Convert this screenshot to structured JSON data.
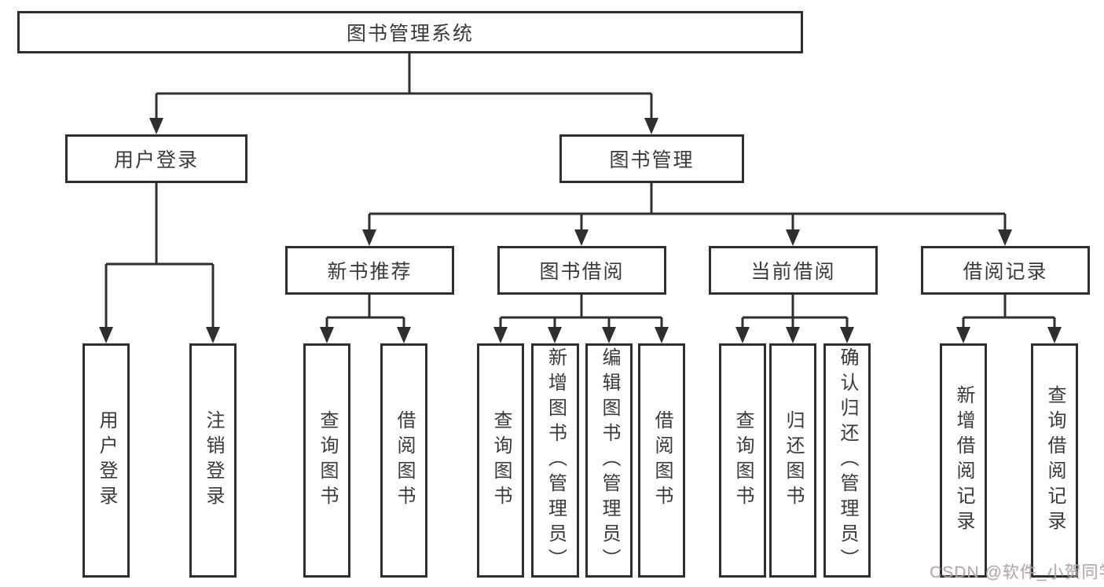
{
  "diagram_title": "图书管理系统",
  "nodes": {
    "root": {
      "label": "图书管理系统"
    },
    "user_login": {
      "label": "用户登录"
    },
    "book_mgmt": {
      "label": "图书管理"
    },
    "new_book_rec": {
      "label": "新书推荐"
    },
    "book_borrow": {
      "label": "图书借阅"
    },
    "current_borrow": {
      "label": "当前借阅"
    },
    "borrow_record": {
      "label": "借阅记录"
    },
    "leaf_user_login": {
      "label": "用户登录"
    },
    "leaf_logout": {
      "label": "注销登录"
    },
    "leaf_nb_query": {
      "label": "查询图书"
    },
    "leaf_nb_borrow": {
      "label": "借阅图书"
    },
    "leaf_bb_query": {
      "label": "查询图书"
    },
    "leaf_bb_add": {
      "label": "新增图书（管理员）"
    },
    "leaf_bb_edit": {
      "label": "编辑图书（管理员）"
    },
    "leaf_bb_borrow": {
      "label": "借阅图书"
    },
    "leaf_cb_query": {
      "label": "查询图书"
    },
    "leaf_cb_return": {
      "label": "归还图书"
    },
    "leaf_cb_confirm": {
      "label": "确认归还（管理员）"
    },
    "leaf_br_add": {
      "label": "新增借阅记录"
    },
    "leaf_br_query": {
      "label": "查询借阅记录"
    }
  },
  "watermark": "CSDN @软件_小贺同学",
  "colors": {
    "line": "#2f2f2f",
    "text": "#3a3a3a",
    "watermark": "#a8a8a8",
    "background": "#ffffff"
  }
}
